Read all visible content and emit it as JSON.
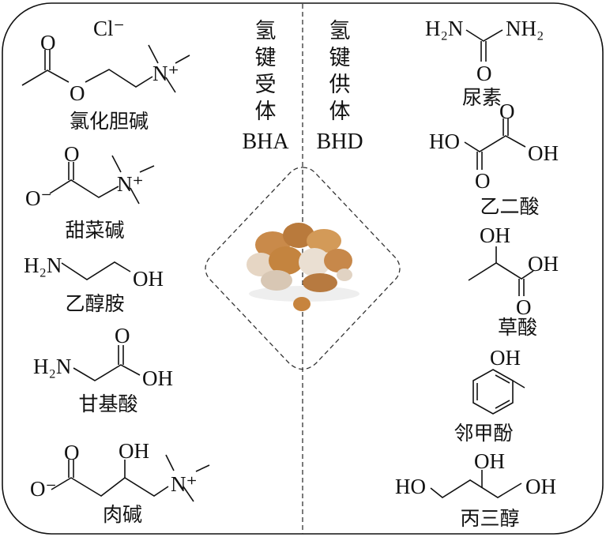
{
  "acceptor": {
    "line1": "氢",
    "line2": "键",
    "line3": "受",
    "line4": "体",
    "abbr": "BHA"
  },
  "donor": {
    "line1": "氢",
    "line2": "键",
    "line3": "供",
    "line4": "体",
    "abbr": "BHD"
  },
  "acceptors": [
    {
      "name": "氯化胆碱",
      "atoms": {
        "cl": "Cl⁻",
        "o1": "O",
        "o2": "O",
        "n": "N⁺"
      }
    },
    {
      "name": "甜菜碱",
      "atoms": {
        "om": "O⁻",
        "o": "O",
        "n": "N⁺"
      }
    },
    {
      "name": "乙醇胺",
      "atoms": {
        "nh2": "H₂N",
        "oh": "OH"
      }
    },
    {
      "name": "甘基酸",
      "atoms": {
        "nh2": "H₂N",
        "o": "O",
        "oh": "OH"
      }
    },
    {
      "name": "肉碱",
      "atoms": {
        "om": "O⁻",
        "o": "O",
        "oh": "OH",
        "n": "N⁺"
      }
    }
  ],
  "donors": [
    {
      "name": "尿素",
      "atoms": {
        "nh2a": "H₂N",
        "nh2b": "NH₂",
        "o": "O"
      }
    },
    {
      "name": "乙二酸",
      "atoms": {
        "ho": "HO",
        "o1": "O",
        "o2": "O",
        "oh": "OH"
      }
    },
    {
      "name": "草酸",
      "atoms": {
        "oh1": "OH",
        "oh2": "OH",
        "o": "O"
      }
    },
    {
      "name": "邻甲酚",
      "atoms": {
        "oh": "OH"
      }
    },
    {
      "name": "丙三醇",
      "atoms": {
        "ho": "HO",
        "oh1": "OH",
        "oh2": "OH"
      }
    }
  ]
}
